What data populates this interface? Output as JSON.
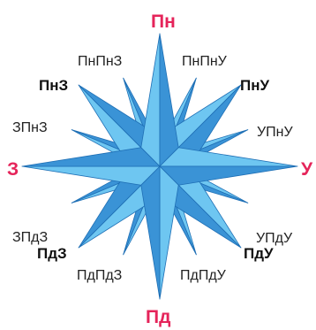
{
  "compass": {
    "cardinal": {
      "north": "Пн",
      "south": "Пд",
      "west": "З",
      "east": "У"
    },
    "intercardinal": {
      "northwest": "ПнЗ",
      "northeast": "ПнУ",
      "southwest": "ПдЗ",
      "southeast": "ПдУ"
    },
    "secondary": {
      "nnw": "ПнПнЗ",
      "nne": "ПнПнУ",
      "wnw": "ЗПнЗ",
      "ene": "УПнУ",
      "wsw": "ЗПдЗ",
      "ese": "УПдУ",
      "ssw": "ПдПдЗ",
      "sse": "ПдПдУ"
    }
  },
  "colors": {
    "cardinal_label": "#e5245a",
    "star_light": "#6ec6f1",
    "star_dark": "#3a93d6",
    "outline": "#1f6fb5",
    "minor_star": "#9ad6f5"
  }
}
